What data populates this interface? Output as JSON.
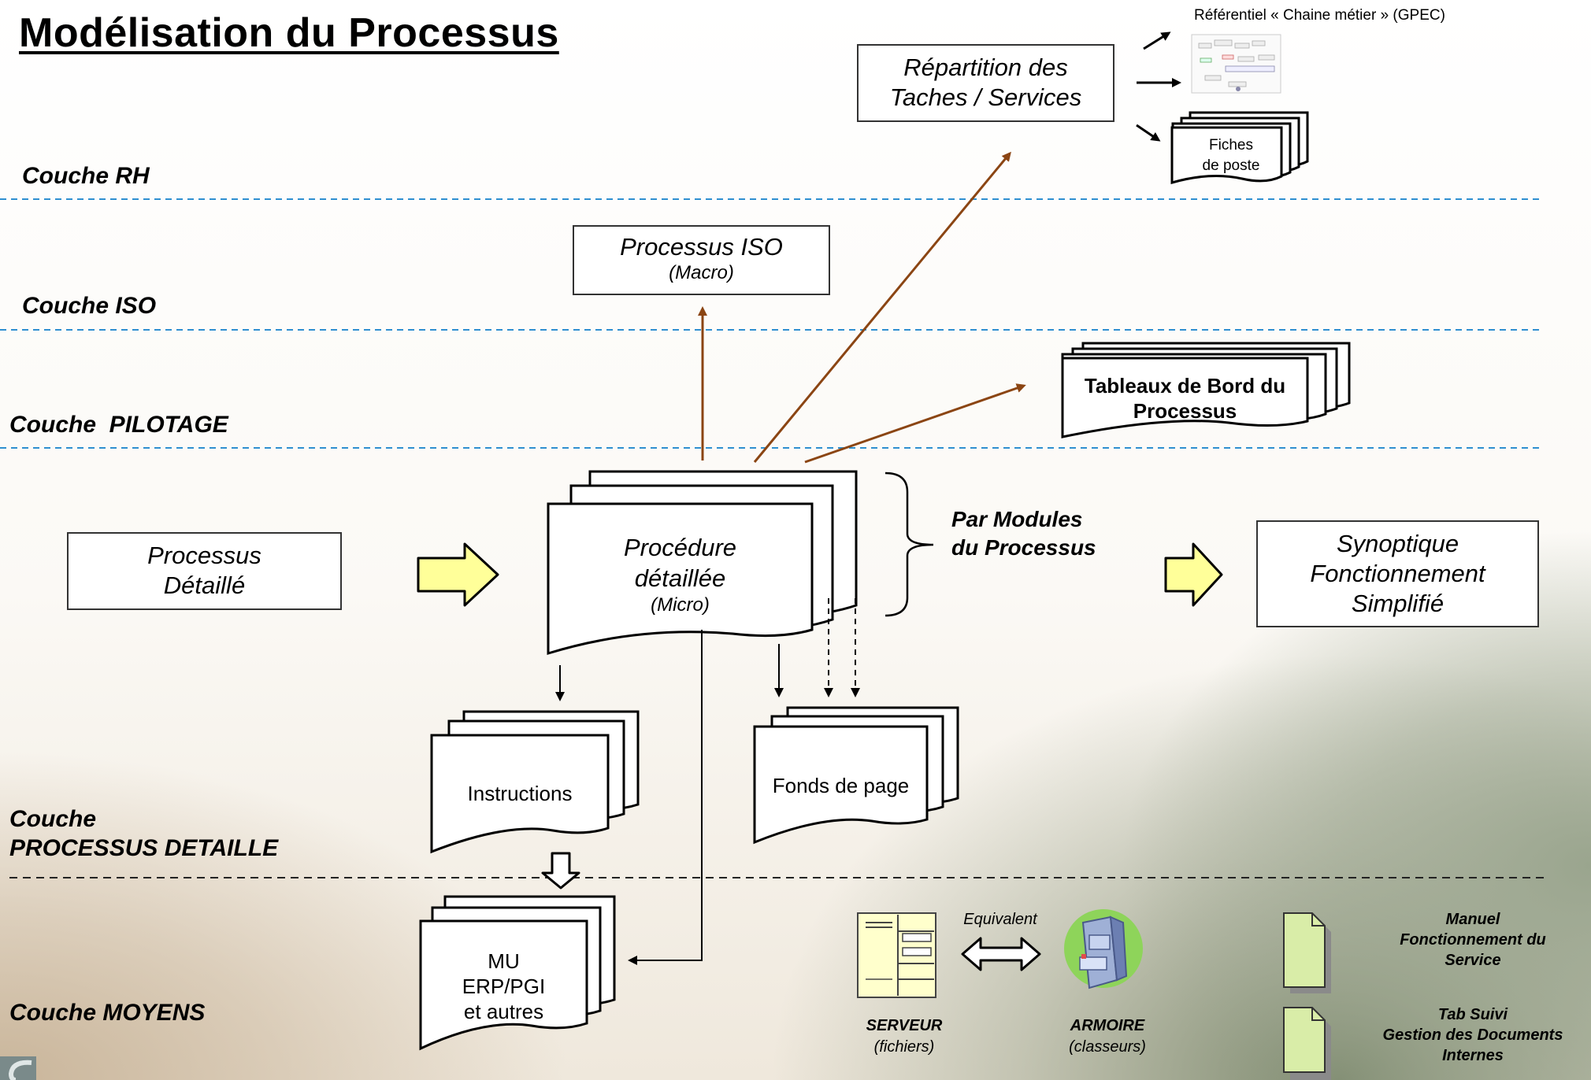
{
  "title": "Modélisation du Processus",
  "layers": {
    "rh": "Couche RH",
    "iso": "Couche ISO",
    "pilotage": "Couche  PILOTAGE",
    "processus_detaille_1": "Couche",
    "processus_detaille_2": "PROCESSUS DETAILLE",
    "moyens": "Couche MOYENS"
  },
  "boxes": {
    "repartition_line1": "Répartition des",
    "repartition_line2": "Taches / Services",
    "referentiel": "Référentiel « Chaine métier » (GPEC)",
    "fiches_line1": "Fiches",
    "fiches_line2": "de poste",
    "processus_iso": "Processus ISO",
    "processus_iso_sub": "(Macro)",
    "tableaux_line1": "Tableaux de Bord du",
    "tableaux_line2": "Processus",
    "processus_detaille_line1": "Processus",
    "processus_detaille_line2": "Détaillé",
    "procedure_line1": "Procédure",
    "procedure_line2": "détaillée",
    "procedure_sub": "(Micro)",
    "par_modules_line1": "Par Modules",
    "par_modules_line2": "du Processus",
    "synoptique_line1": "Synoptique",
    "synoptique_line2": "Fonctionnement",
    "synoptique_line3": "Simplifié",
    "instructions": "Instructions",
    "fonds_de_page": "Fonds de page",
    "mu_line1": "MU",
    "mu_line2": "ERP/PGI",
    "mu_line3": "et autres"
  },
  "moyens": {
    "equivalent": "Equivalent",
    "serveur": "SERVEUR",
    "serveur_sub": "(fichiers)",
    "armoire": "ARMOIRE",
    "armoire_sub": "(classeurs)"
  },
  "legend": {
    "manuel_line1": "Manuel",
    "manuel_line2": "Fonctionnement  du",
    "manuel_line3": "Service",
    "tab_line1": "Tab Suivi",
    "tab_line2": "Gestion des  Documents",
    "tab_line3": "Internes"
  },
  "colors": {
    "arrow_brown": "#8b4513",
    "dashed_blue": "#2f8fd0",
    "yellow_fill": "#ffff99",
    "green_doc": "#d9eda8"
  }
}
